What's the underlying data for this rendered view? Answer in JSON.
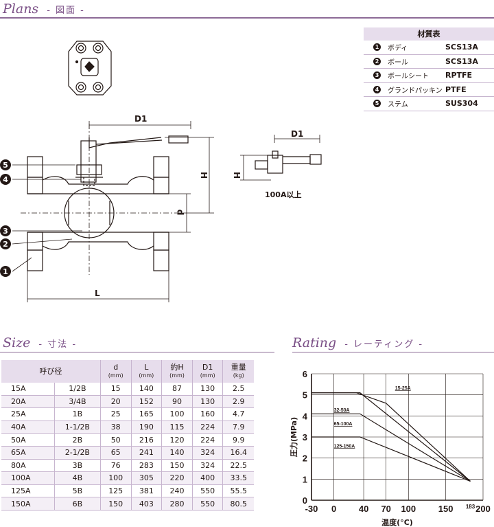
{
  "plans": {
    "title": "Plans",
    "subtitle": "- 図面 -"
  },
  "size": {
    "title": "Size",
    "subtitle": "- 寸法 -"
  },
  "rating": {
    "title": "Rating",
    "subtitle": "- レーティング -"
  },
  "drawing": {
    "callouts": [
      "5",
      "4",
      "3",
      "2",
      "1"
    ],
    "dim_D1": "D1",
    "dim_H": "H",
    "dim_d": "d",
    "dim_L": "L",
    "small_D1": "D1",
    "small_H": "H",
    "small_caption": "100A以上"
  },
  "materials": {
    "header": "材質表",
    "rows": [
      {
        "num": "1",
        "part": "ボディ",
        "material": "SCS13A"
      },
      {
        "num": "2",
        "part": "ボール",
        "material": "SCS13A"
      },
      {
        "num": "3",
        "part": "ボールシート",
        "material": "RPTFE"
      },
      {
        "num": "4",
        "part": "グランドパッキン",
        "material": "PTFE"
      },
      {
        "num": "5",
        "part": "ステム",
        "material": "SUS304"
      }
    ]
  },
  "size_table": {
    "headers": [
      {
        "label": "呼び径",
        "unit": ""
      },
      {
        "label": "d",
        "unit": "(mm)"
      },
      {
        "label": "L",
        "unit": "(mm)"
      },
      {
        "label": "約H",
        "unit": "(mm)"
      },
      {
        "label": "D1",
        "unit": "(mm)"
      },
      {
        "label": "重量",
        "unit": "(kg)"
      }
    ],
    "rows": [
      [
        "15A",
        "1/2B",
        "15",
        "140",
        "87",
        "130",
        "2.5"
      ],
      [
        "20A",
        "3/4B",
        "20",
        "152",
        "90",
        "130",
        "2.9"
      ],
      [
        "25A",
        "1B",
        "25",
        "165",
        "100",
        "160",
        "4.7"
      ],
      [
        "40A",
        "1-1/2B",
        "38",
        "190",
        "115",
        "224",
        "7.9"
      ],
      [
        "50A",
        "2B",
        "50",
        "216",
        "120",
        "224",
        "9.9"
      ],
      [
        "65A",
        "2-1/2B",
        "65",
        "241",
        "140",
        "324",
        "16.4"
      ],
      [
        "80A",
        "3B",
        "76",
        "283",
        "150",
        "324",
        "22.5"
      ],
      [
        "100A",
        "4B",
        "100",
        "305",
        "220",
        "400",
        "33.5"
      ],
      [
        "125A",
        "5B",
        "125",
        "381",
        "240",
        "550",
        "55.5"
      ],
      [
        "150A",
        "6B",
        "150",
        "403",
        "280",
        "550",
        "80.5"
      ]
    ]
  },
  "chart_data": {
    "type": "line",
    "xlabel": "温度(°C)",
    "ylabel": "圧力(MPa)",
    "xlim": [
      -30,
      200
    ],
    "ylim": [
      0,
      6
    ],
    "xticks": [
      "-30",
      "0",
      "40",
      "70",
      "100",
      "150",
      "200"
    ],
    "xtick_values": [
      -30,
      0,
      40,
      70,
      100,
      150,
      200
    ],
    "extra_xtick": {
      "label": "183",
      "value": 183
    },
    "yticks": [
      "0",
      "1",
      "2",
      "3",
      "4",
      "5",
      "6"
    ],
    "grid": true,
    "series": [
      {
        "name": "15-25A",
        "points": [
          [
            -30,
            5.1
          ],
          [
            30,
            5.1
          ],
          [
            70,
            4.6
          ],
          [
            183,
            0.9
          ]
        ]
      },
      {
        "name": "32-50A",
        "points": [
          [
            -30,
            5.1
          ],
          [
            35,
            5.1
          ],
          [
            183,
            0.9
          ]
        ]
      },
      {
        "name": "65-100A",
        "points": [
          [
            -30,
            4.1
          ],
          [
            35,
            4.1
          ],
          [
            183,
            0.9
          ]
        ]
      },
      {
        "name": "125-150A",
        "points": [
          [
            -30,
            3.0
          ],
          [
            35,
            3.0
          ],
          [
            183,
            0.9
          ]
        ]
      }
    ],
    "colors": {
      "line": "#231815",
      "grid": "#231815"
    }
  }
}
